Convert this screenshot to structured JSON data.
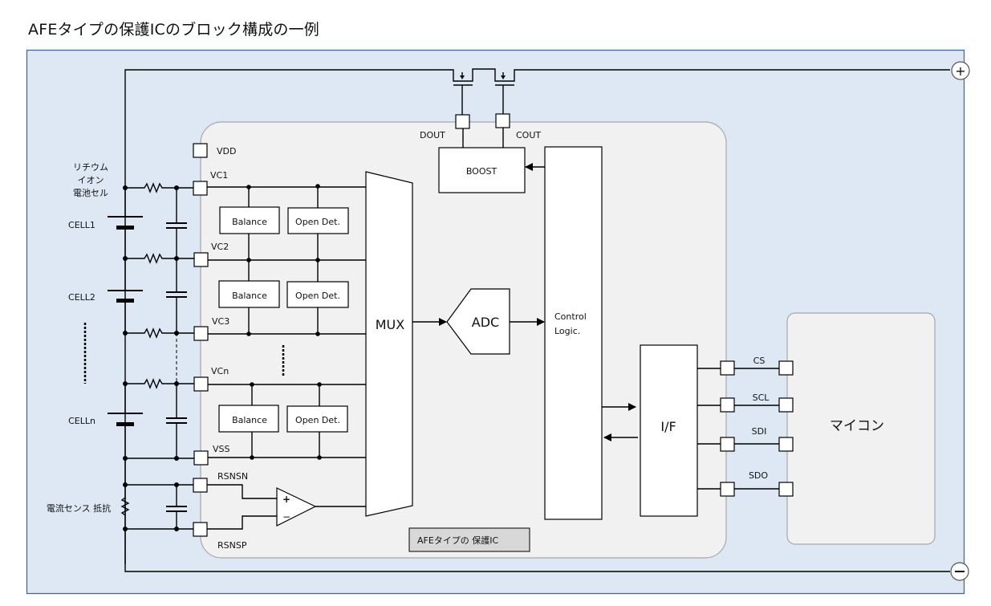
{
  "title": "AFEタイプの保護ICのブロック構成の一例",
  "colors": {
    "outer_fill": "#dde8f4",
    "outer_border": "#3f6d99",
    "ic_fill": "#f1f1f1",
    "ic_border": "#a8a8a8",
    "ic_label_fill": "#d8d8d8"
  },
  "battery": {
    "cell_type_label_lines": [
      "リチウム",
      "イオン",
      "電池セル"
    ],
    "cells": [
      "CELL1",
      "CELL2",
      "CELLn"
    ],
    "sense_resistor_label": "電流センス 抵抗"
  },
  "terminals": {
    "plus": "+",
    "minus": "−"
  },
  "fets": {
    "dout": "DOUT",
    "cout": "COUT"
  },
  "ic": {
    "name_label": "AFEタイプの 保護IC",
    "pins": {
      "vdd": "VDD",
      "vc1": "VC1",
      "vc2": "VC2",
      "vc3": "VC3",
      "vcn": "VCn",
      "vss": "VSS",
      "rsnsn": "RSNSN",
      "rsnsp": "RSNSP"
    },
    "blocks": {
      "balance": "Balance",
      "open_det": "Open Det.",
      "mux": "MUX",
      "adc": "ADC",
      "control_line1": "Control",
      "control_line2": "Logic.",
      "boost": "BOOST",
      "interface": "I/F"
    },
    "amp_plus": "+",
    "amp_minus": "−"
  },
  "bus": {
    "signals": [
      "CS",
      "SCL",
      "SDI",
      "SDO"
    ]
  },
  "mcu": {
    "label": "マイコン"
  }
}
